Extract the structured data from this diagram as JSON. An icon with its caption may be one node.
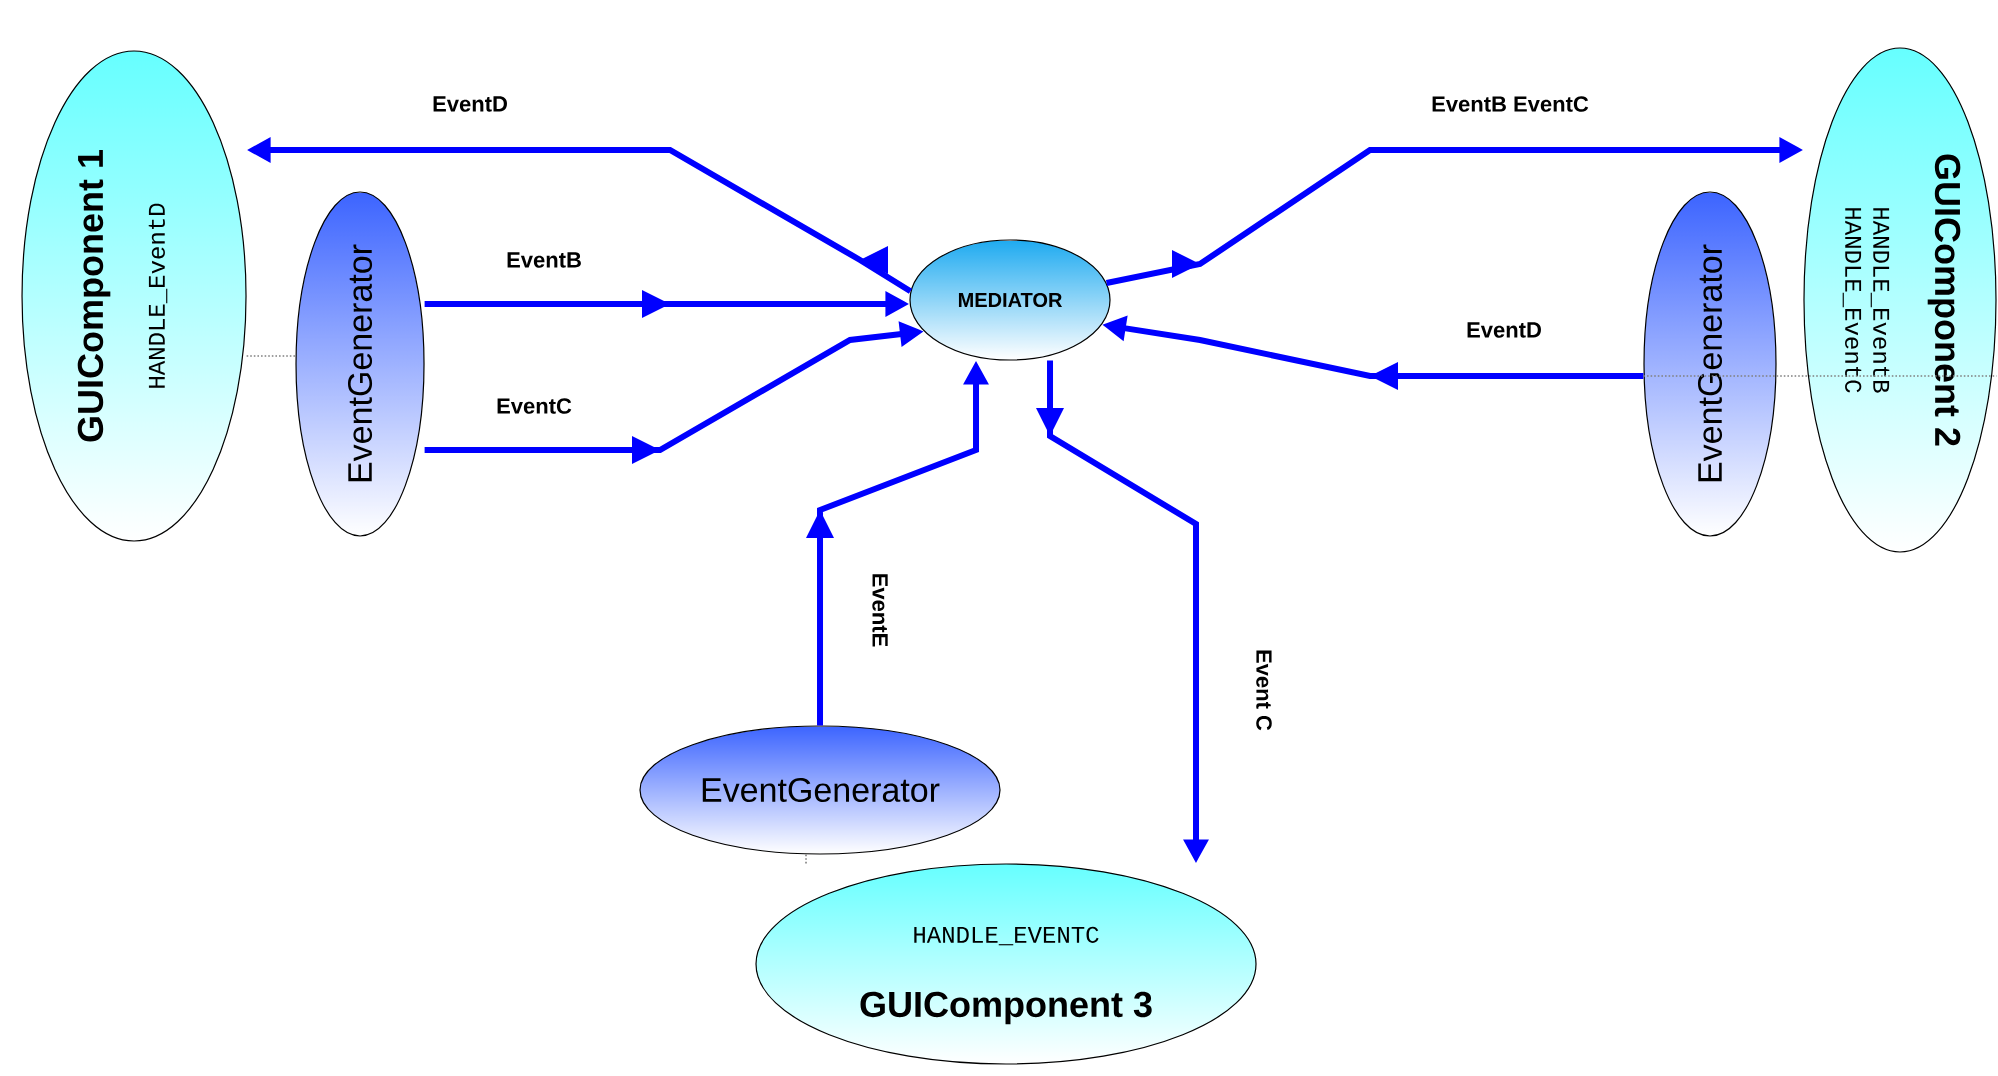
{
  "diagram": {
    "nodes": [
      {
        "text": [
          "GUIComponent 1",
          "HANDLE_EventD"
        ]
      },
      {
        "text": [
          "EventGenerator"
        ]
      },
      {
        "text": [
          "MEDIATOR"
        ]
      },
      {
        "text": [
          "GUIComponent 2",
          "HANDLE_EventB",
          "HANDLE_EventC"
        ]
      },
      {
        "text": [
          "EventGenerator"
        ]
      },
      {
        "text": [
          "EventGenerator"
        ]
      },
      {
        "text": [
          "HANDLE_EVENTC",
          "GUIComponent 3"
        ]
      }
    ],
    "edges": [
      {
        "from": 2,
        "to": 0,
        "arrow": "to",
        "label": "EventD"
      },
      {
        "from": 1,
        "to": 2,
        "arrow": "to",
        "label": "EventB"
      },
      {
        "from": 1,
        "to": 2,
        "arrow": "to",
        "label": "EventC"
      },
      {
        "from": 2,
        "to": 3,
        "arrow": "to",
        "label": "EventB EventC"
      },
      {
        "from": 4,
        "to": 2,
        "arrow": "to",
        "label": "EventD"
      },
      {
        "from": 5,
        "to": 2,
        "arrow": "to",
        "label": "EventE"
      },
      {
        "from": 2,
        "to": 6,
        "arrow": "to",
        "label": "Event C"
      },
      {
        "from": 0,
        "to": 1,
        "arrow": "none",
        "style": "dashed",
        "color": "#808080"
      },
      {
        "from": 4,
        "to": 3,
        "arrow": "none",
        "style": "dashed",
        "color": "#808080"
      },
      {
        "from": 5,
        "to": 6,
        "arrow": "none",
        "style": "dashed",
        "color": "#808080"
      }
    ]
  }
}
